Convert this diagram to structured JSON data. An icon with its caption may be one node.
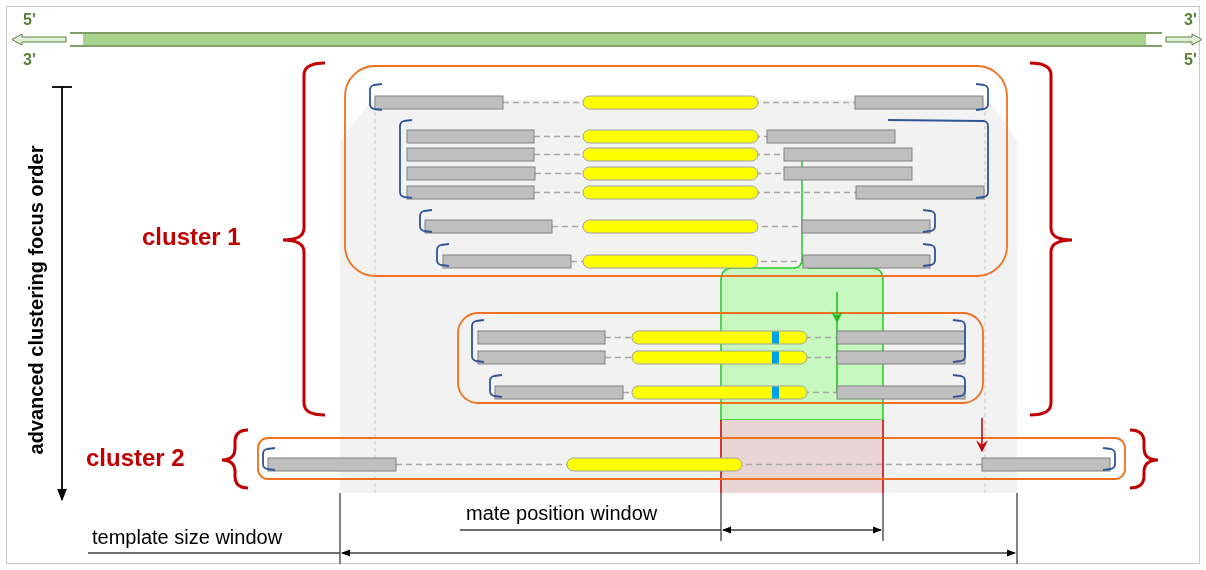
{
  "diagram": {
    "labels": [
      "5'",
      "3'",
      "3'",
      "5'",
      "advanced clustering focus order",
      "cluster 1",
      "cluster 2",
      "mate position window",
      "template size window"
    ]
  }
}
